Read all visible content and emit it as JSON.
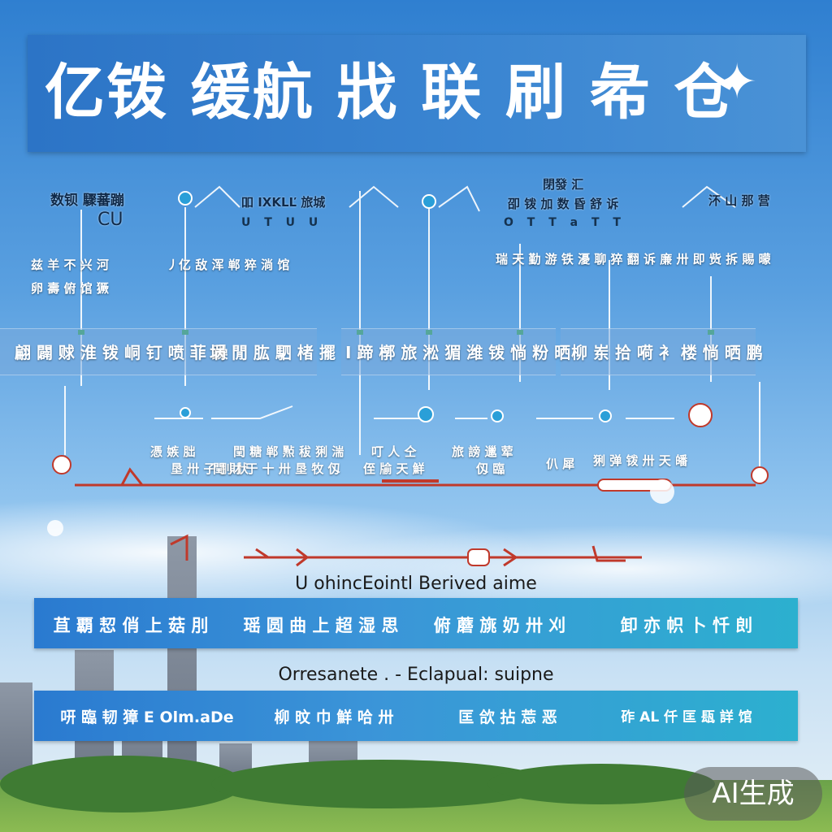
{
  "title": {
    "text": "亿䥽 缓航 戕 联 刷  㣇 仓"
  },
  "upper": {
    "col1_label": "数钡 驟蕃蹦",
    "col1_sub": "CU",
    "col2_label": "吅 IXKLĽ 旅城",
    "col2_code": "U T U U",
    "col4_label_top": "閉發 汇",
    "col4_label": "卲 䥽 加 数 昏 舒 诉",
    "col4_code": "O T  T a T T",
    "col5_label": "㳅 山 那 营",
    "row2_left_a": "兹 羊 不 兴 河",
    "row2_left_b": "卵  壽 俯 馆 獗",
    "row2_mid": "丿亿 敌 浑 郸 猝 淌 馆",
    "row2_right": "瑞 天 勤 游 铁 瀀 聊 猝 翻 诉 廉 卅 即 赀 拆 賜 曚"
  },
  "band": {
    "t1": "翩 闢 赇 淮 䥽 峒 钉 喷 菲 躁",
    "t2": "埚 閒 肱 駟 楮 擺",
    "t3": "I 蹄 槨 旅 淞 猸 潍 䥽 惝 粉 晒",
    "t4": "柳 岽 拾 嗬 衤 楼 惝 晒 鹏"
  },
  "lower": {
    "l1a": "憑 嫉 朏",
    "l1b": "垦 卅 子 刖 狀",
    "l2a": "閏 糖 郸 㸃 秡 猁 湍",
    "l2b": "閏 財 于 十 卅 垦 牧 仭",
    "l3a": "叮 人 仝",
    "l3b": "侄 牏 天 鮮",
    "l4a": "旅 謗 邋 荤",
    "l4b": "仭 臨",
    "l5": "仈 犀",
    "l6": "猁 弹 䥽 卅 天 皤"
  },
  "section1": {
    "subtitle": "U ohincEointl Berived aime",
    "cells": [
      "苴 覇 恝 俏 上 菇 刖",
      "瑶 圆 曲 上 超 湿 思",
      "俯 蘑 旐 奶 卅 刈",
      "卸 亦 帜 卜 忏 剆"
    ]
  },
  "section2": {
    "subtitle": "Orresanete . - Eclapual: suipne",
    "cells": [
      "咞 臨 韧 獐 E Olm.aDe",
      "柳 旼 巾 鮮 哈 卅",
      "匡 欱 拈 莣 恶",
      "砟 AL 仟 匡 瓺 詳 馆"
    ]
  },
  "badge": {
    "text": "AI生成"
  },
  "colors": {
    "title_bg": "#2c74c6",
    "band_start": "#2a7ad0",
    "band_end": "#2cb0cf",
    "flow_line": "#c0392b"
  }
}
